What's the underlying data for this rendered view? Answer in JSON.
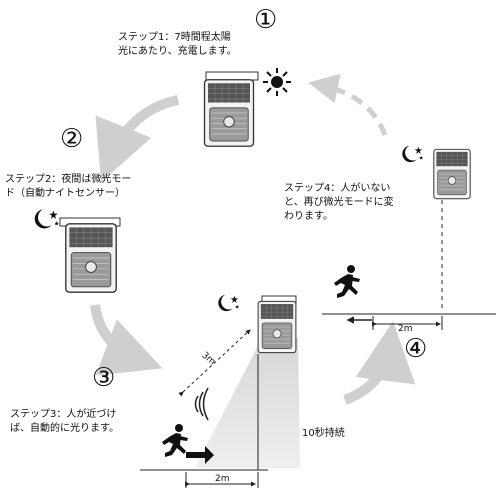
{
  "steps": [
    {
      "number": "①",
      "lines": [
        "ステップ1：7時間程太陽",
        "光にあたり、充電します。"
      ]
    },
    {
      "number": "②",
      "lines": [
        "ステップ2：夜間は微光モー",
        "ド（自動ナイトセンサー）"
      ]
    },
    {
      "number": "③",
      "lines": [
        "ステップ3：人が近づけ",
        "ば、自動的に光ります。"
      ]
    },
    {
      "number": "④",
      "lines": [
        "ステップ4：人がいない",
        "と、再び微光モードに変",
        "わります。"
      ]
    }
  ],
  "measure": {
    "diagonal": "3m",
    "ground_left": "2m",
    "ground_right": "2m",
    "duration": "10秒持続"
  },
  "icons": {
    "sun": "sun-icon",
    "moon": "moon-star-icon",
    "lamp": "solar-lamp-icon",
    "runner": "running-person-icon",
    "cycle_arrow": "curved-arrow-icon"
  },
  "colors": {
    "arrow": "#cfcfcf",
    "ink": "#111111",
    "beam": "#cccccc"
  }
}
